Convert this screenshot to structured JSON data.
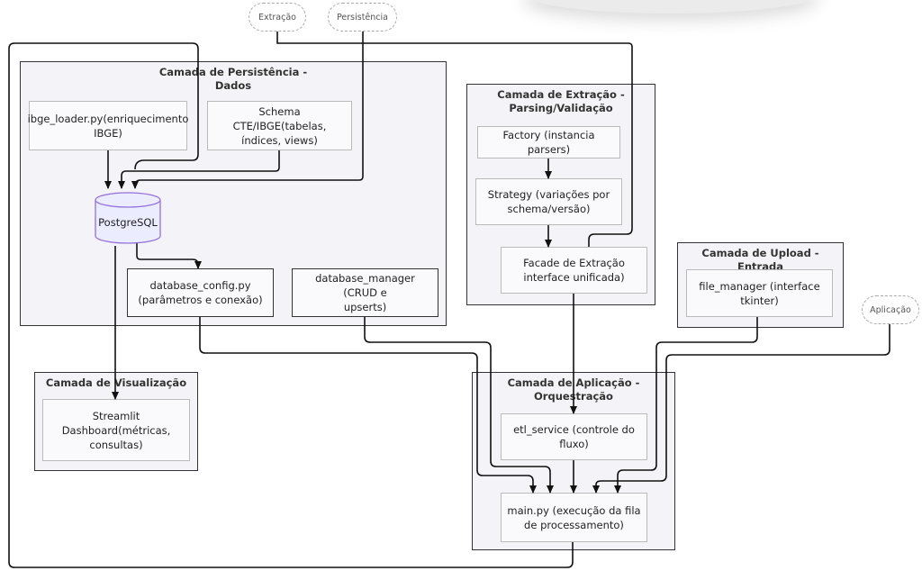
{
  "pills": {
    "extracao": "Extração",
    "persistencia": "Persistência",
    "aplicacao": "Aplicação"
  },
  "clusters": {
    "persistencia": "Camada de Persistência -\nDados",
    "extracao": "Camada de Extração -\nParsing/Validação",
    "upload": "Camada de Upload - Entrada",
    "visualizacao": "Camada de Visualização",
    "aplicacao": "Camada de Aplicação -\nOrquestração"
  },
  "nodes": {
    "ibge_loader": "ibge_loader.py(enriquecimento\nIBGE)",
    "schema": "Schema CTE/IBGE(tabelas,\níndices, views)",
    "postgres": "PostgreSQL",
    "database_config": "database_config.py\n(parâmetros e conexão)",
    "database_manager": "database_manager (CRUD e\nupserts)",
    "factory": "Factory (instancia parsers)",
    "strategy": "Strategy (variações por\nschema/versão)",
    "facade": "Facade de Extração\ninterface unificada)",
    "file_manager": "file_manager (interface\ntkinter)",
    "streamlit": "Streamlit\nDashboard(métricas,\nconsultas)",
    "etl_service": "etl_service (controle do\nfluxo)",
    "main": "main.py (execução da fila\nde processamento)"
  },
  "colors": {
    "cluster_fill": "#f4f4f8",
    "cluster_border": "#333333",
    "node_fill": "#fafafc",
    "db_fill": "#ececff",
    "db_border": "#9370db",
    "wire": "#111111"
  }
}
